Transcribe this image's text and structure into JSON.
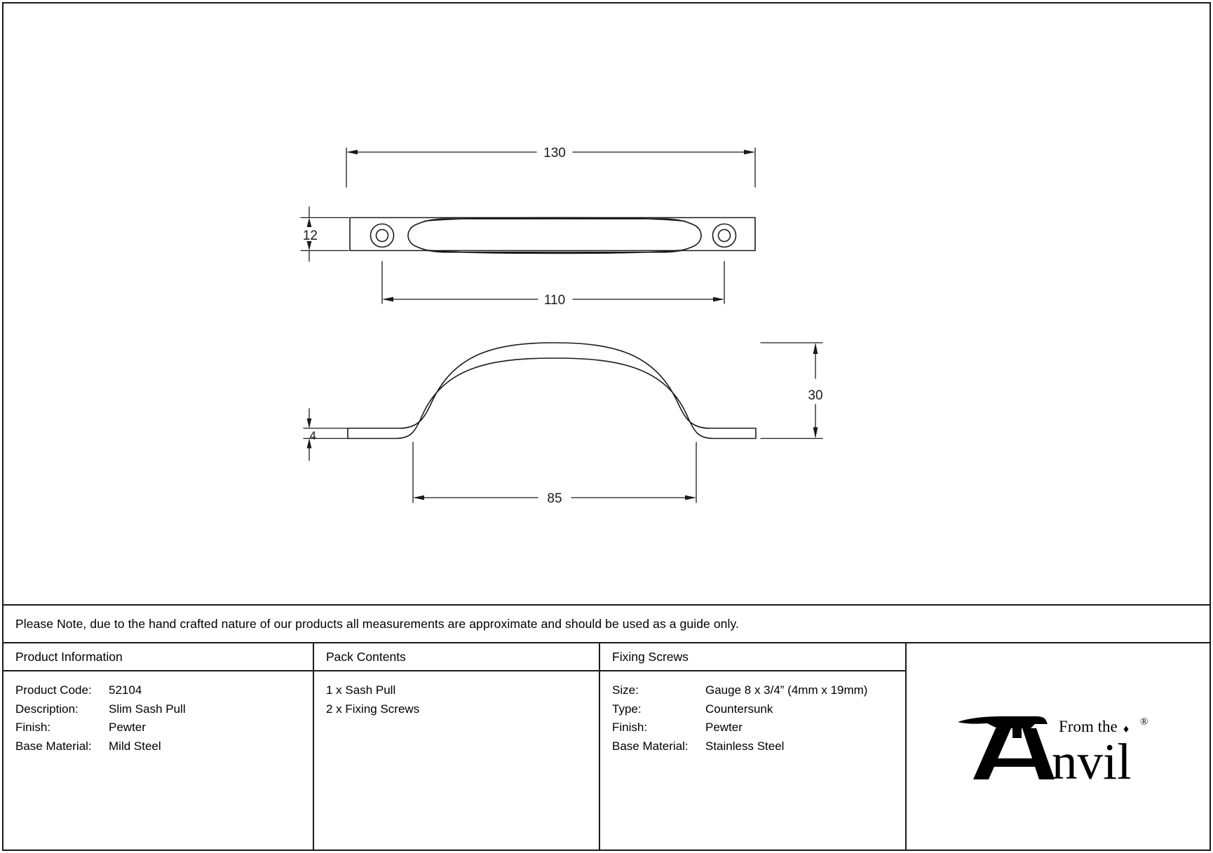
{
  "note": "Please Note, due to the hand crafted nature of our products all measurements are approximate and should be used as a guide only.",
  "columns": {
    "product_information": {
      "heading": "Product Information",
      "rows": [
        {
          "label": "Product Code:",
          "value": "52104"
        },
        {
          "label": "Description:",
          "value": "Slim Sash Pull"
        },
        {
          "label": "Finish:",
          "value": "Pewter"
        },
        {
          "label": "Base Material:",
          "value": "Mild Steel"
        }
      ]
    },
    "pack_contents": {
      "heading": "Pack Contents",
      "items": [
        "1 x Sash Pull",
        "2 x Fixing Screws"
      ]
    },
    "fixing_screws": {
      "heading": "Fixing Screws",
      "rows": [
        {
          "label": "Size:",
          "value": "Gauge 8 x 3/4” (4mm x 19mm)"
        },
        {
          "label": "Type:",
          "value": "Countersunk"
        },
        {
          "label": "Finish:",
          "value": "Pewter"
        },
        {
          "label": "Base Material:",
          "value": "Stainless Steel"
        }
      ]
    },
    "brand": {
      "heading": "",
      "logo_line1": "From the",
      "logo_line2": "Anvil",
      "logo_trademark": "®",
      "logo_diamond": "♦"
    }
  },
  "drawing": {
    "line_color": "#1a1a1a",
    "dimensions": {
      "overall_length": "130",
      "plate_height": "12",
      "fixing_centres": "110",
      "projection": "30",
      "plate_thickness": "4",
      "grip_length": "85"
    }
  },
  "chart_data": {
    "type": "table",
    "title": "Slim Sash Pull 52104 technical drawing",
    "annotations": [
      "130",
      "12",
      "110",
      "30",
      "4",
      "85"
    ]
  }
}
